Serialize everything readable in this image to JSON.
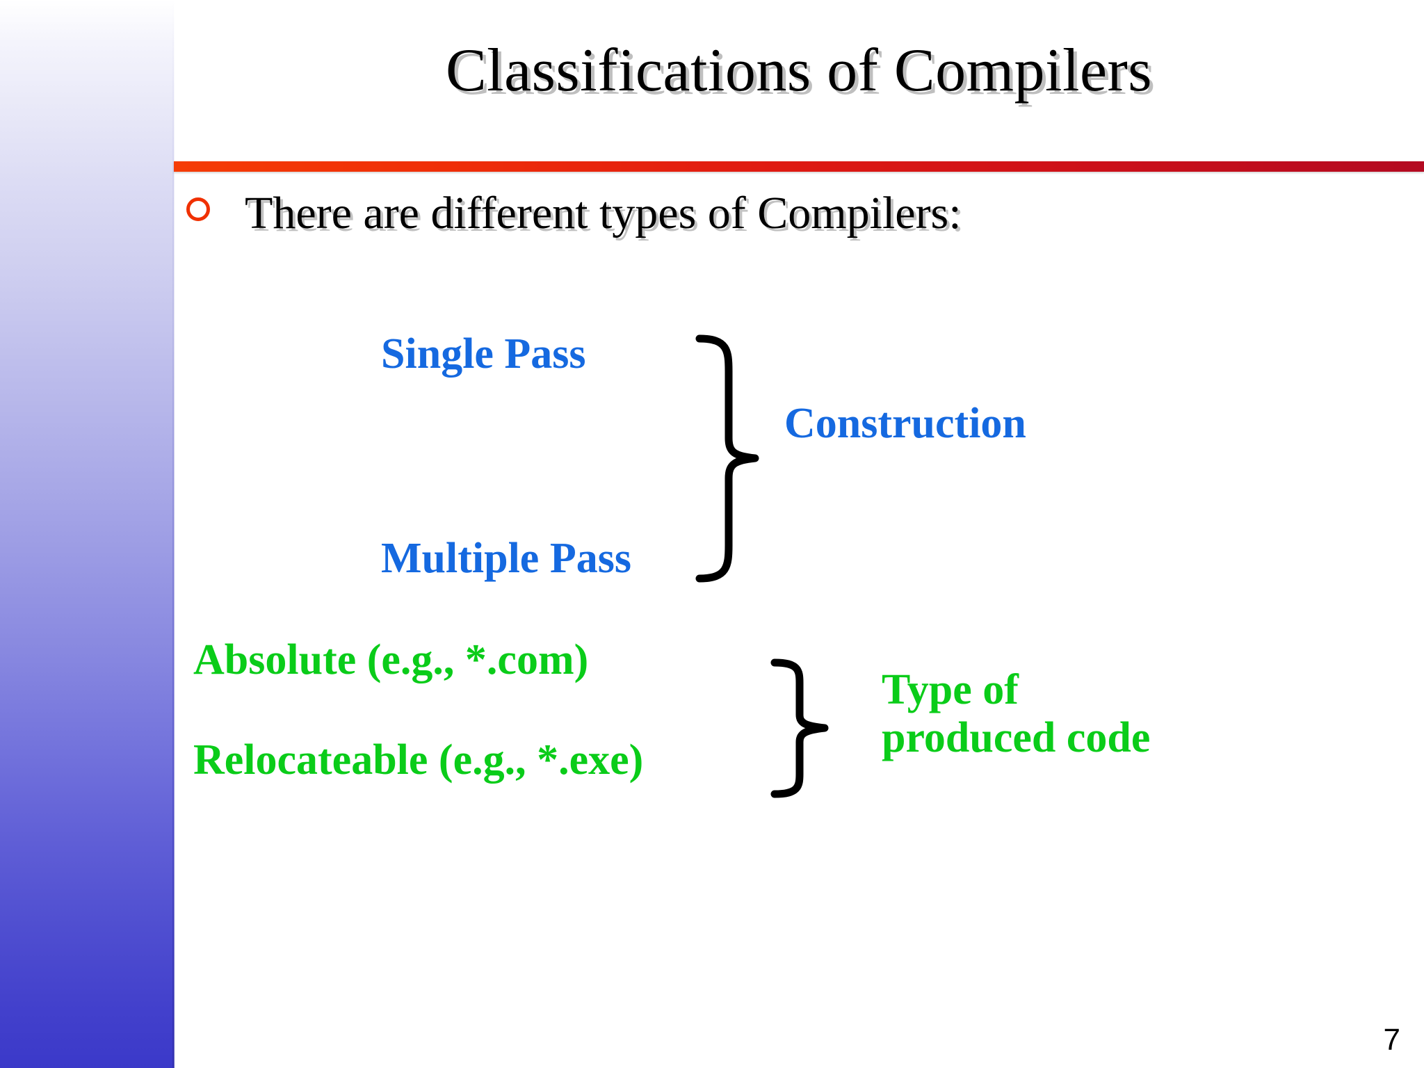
{
  "slide": {
    "title": "Classifications of Compilers",
    "number": "7",
    "bullet": {
      "marker": "hollow-circle-bullet",
      "text": "There are different types of Compilers:"
    },
    "groups": [
      {
        "name": "construction",
        "color": "#1569E0",
        "items": [
          "Single Pass",
          "Multiple Pass"
        ],
        "brace_label": "Construction",
        "brace": "right-curly-brace"
      },
      {
        "name": "type-of-produced-code",
        "color": "#0ACC19",
        "items": [
          "Absolute (e.g., *.com)",
          "Relocateable (e.g., *.exe)"
        ],
        "brace_label_line1": "Type of",
        "brace_label_line2": "produced code",
        "brace": "right-curly-brace"
      }
    ]
  },
  "theme": {
    "sidebar_top_color": "#ffffff",
    "sidebar_bottom_color": "#3b39c9",
    "rule_left_color": "#f53c06",
    "rule_right_color": "#b30a21",
    "bullet_color": "#f03000",
    "title_color": "#000000",
    "title_shadow_color": "#bfbfbf",
    "blue_accent": "#1569E0",
    "green_accent": "#0ACC19",
    "background": "#ffffff"
  }
}
